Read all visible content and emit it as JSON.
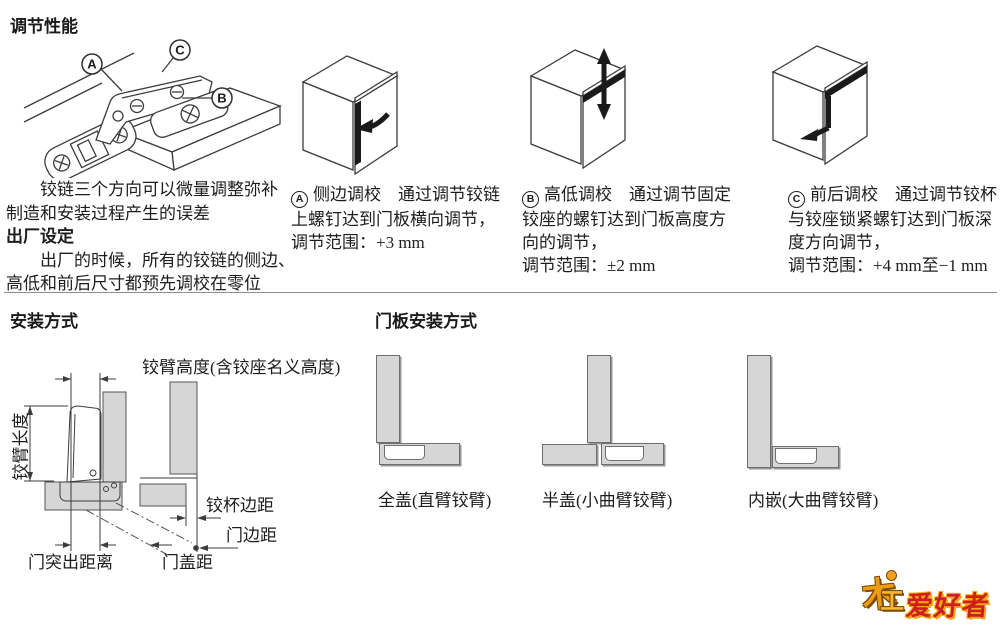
{
  "headings": {
    "adjust_performance": "调节性能",
    "factory_setting": "出厂设定",
    "install_method": "安装方式",
    "door_install_method": "门板安装方式"
  },
  "intro": {
    "line1": "铰链三个方向可以微量调整弥补",
    "line2": "制造和安装过程产生的误差",
    "line3": "出厂的时候，所有的铰链的侧边、",
    "line4": "高低和前后尺寸都预先调校在零位"
  },
  "hinge": {
    "callout_a": "A",
    "callout_b": "B",
    "callout_c": "C"
  },
  "adjust_cols": [
    {
      "letter": "A",
      "line1": "侧边调校　通过调节铰链",
      "line2": "上螺钉达到门板横向调节，",
      "line3": "调节范围：+3 mm",
      "line4": ""
    },
    {
      "letter": "B",
      "line1": "高低调校　通过调节固定",
      "line2": "铰座的螺钉达到门板高度方",
      "line3": "向的调节，",
      "line4": "调节范围：±2 mm"
    },
    {
      "letter": "C",
      "line1": "前后调校　通过调节铰杯",
      "line2": "与铰座锁紧螺钉达到门板深",
      "line3": "度方向调节，",
      "line4": "调节范围：+4 mm至−1 mm"
    }
  ],
  "dim_labels": {
    "arm_height": "铰臂高度(含铰座名义高度)",
    "arm_length": "铰臂长度",
    "cup_edge": "铰杯边距",
    "door_edge": "门边距",
    "door_protrusion": "门突出距离",
    "door_overlay": "门盖距"
  },
  "mount_types": [
    {
      "label": "全盖(直臂铰臂)"
    },
    {
      "label": "半盖(小曲臂铰臂)"
    },
    {
      "label": "内嵌(大曲臂铰臂)"
    }
  ],
  "logo": {
    "char1": "木",
    "char2": "工",
    "name": "爱好者"
  },
  "colors": {
    "panel_gray": "#d6d6d6",
    "line": "#3c3c3c",
    "logo_orange": "#ef9c15",
    "logo_red": "#cf1f1c"
  }
}
